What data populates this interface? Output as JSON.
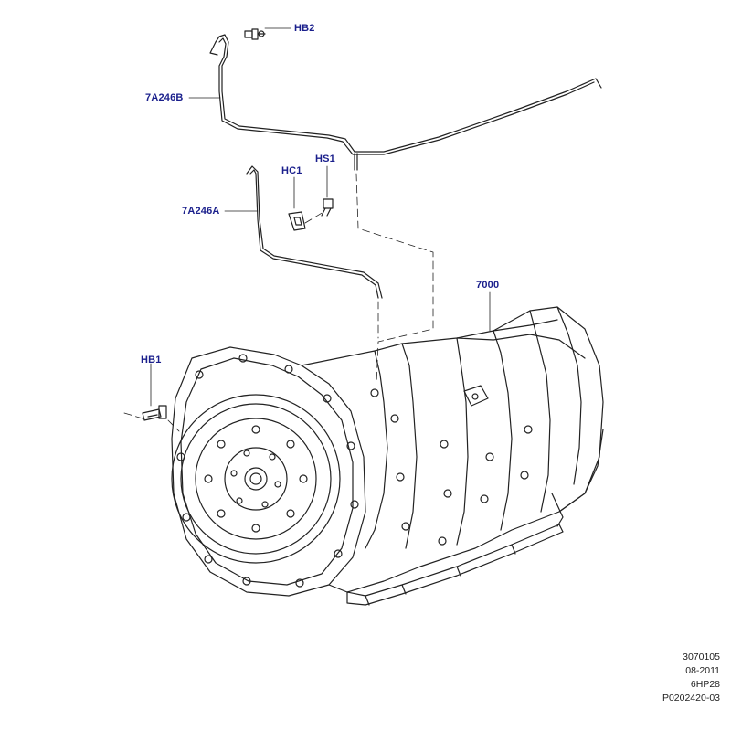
{
  "callouts": {
    "hb2": "HB2",
    "a7246b": "7A246B",
    "hc1": "HC1",
    "hs1": "HS1",
    "a7246a": "7A246A",
    "p7000": "7000",
    "hb1": "HB1"
  },
  "reference": {
    "illustration_no": "3070105",
    "date": "08-2011",
    "model": "6HP28",
    "part_ref": "P0202420-03"
  },
  "colors": {
    "callout": "#1a1f8c",
    "line": "#222222",
    "background": "#ffffff"
  }
}
